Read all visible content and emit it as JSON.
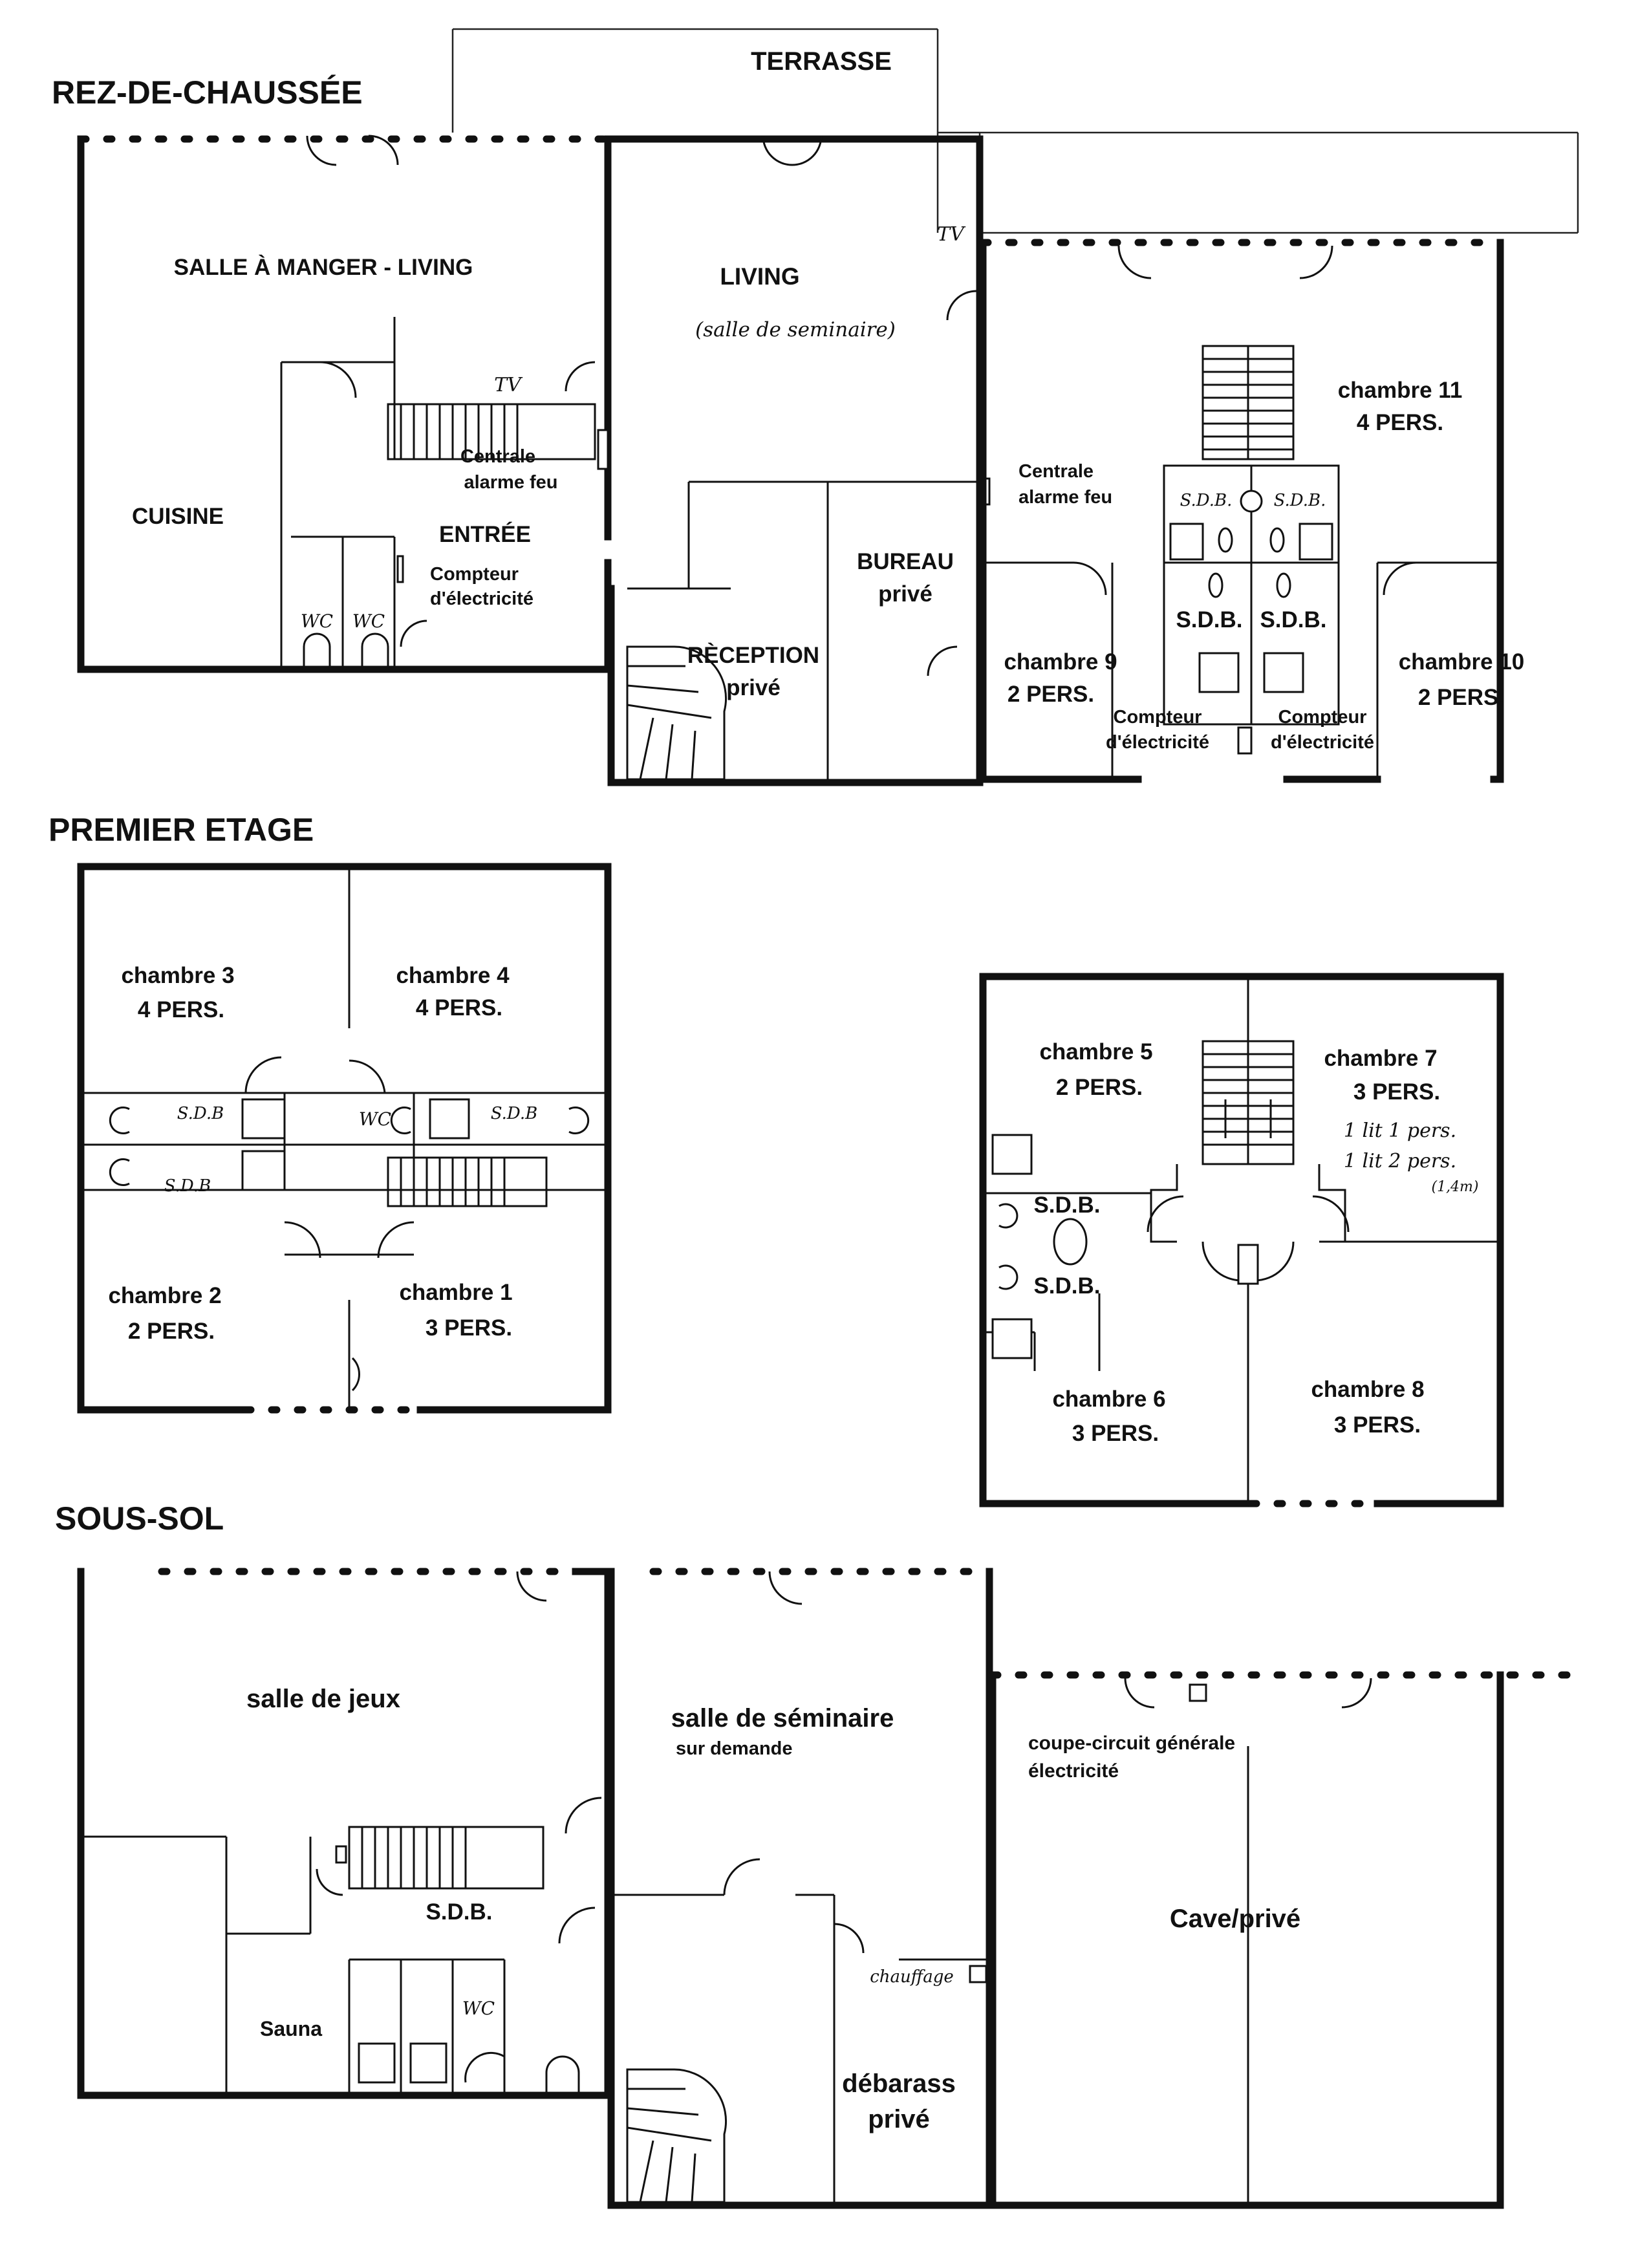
{
  "sections": {
    "ground": "REZ-DE-CHAUSSÉE",
    "first": "PREMIER ETAGE",
    "basement": "SOUS-SOL"
  },
  "ground": {
    "terrace": "TERRASSE",
    "dining": "SALLE À MANGER - LIVING",
    "kitchen": "CUISINE",
    "entry": "ENTRÉE",
    "wc1": "WC",
    "wc2": "WC",
    "tv1": "TV",
    "tv2": "TV",
    "fire_alarm_1a": "Centrale",
    "fire_alarm_1b": "alarme feu",
    "meter_1a": "Compteur",
    "meter_1b": "d'électricité",
    "living": "LIVING",
    "living_note": "(salle de seminaire)",
    "fire_alarm_2a": "Centrale",
    "fire_alarm_2b": "alarme feu",
    "bureau_a": "BUREAU",
    "bureau_b": "privé",
    "reception_a": "RÈCEPTION",
    "reception_b": "privé",
    "room11_a": "chambre 11",
    "room11_b": "4 PERS.",
    "room9_a": "chambre 9",
    "room9_b": "2 PERS.",
    "room10_a": "chambre 10",
    "room10_b": "2 PERS.",
    "sdb_a": "S.D.B.",
    "sdb_b": "S.D.B.",
    "sdb_c": "S.D.B.",
    "sdb_d": "S.D.B.",
    "meter_2a": "Compteur",
    "meter_2b": "d'électricité",
    "meter_3a": "Compteur",
    "meter_3b": "d'électricité"
  },
  "first": {
    "room3_a": "chambre 3",
    "room3_b": "4 PERS.",
    "room4_a": "chambre 4",
    "room4_b": "4 PERS.",
    "room2_a": "chambre 2",
    "room2_b": "2 PERS.",
    "room1_a": "chambre 1",
    "room1_b": "3 PERS.",
    "sdb_a": "S.D.B",
    "sdb_b": "S.D.B",
    "sdb_c": "S.D.B",
    "wc": "WC",
    "room5_a": "chambre 5",
    "room5_b": "2 PERS.",
    "room7_a": "chambre 7",
    "room7_b": "3 PERS.",
    "room7_c": "1 lit 1 pers.",
    "room7_d": "1 lit 2 pers.",
    "room7_e": "(1,4m)",
    "sdb_d": "S.D.B.",
    "sdb_e": "S.D.B.",
    "room6_a": "chambre 6",
    "room6_b": "3 PERS.",
    "room8_a": "chambre 8",
    "room8_b": "3 PERS."
  },
  "basement": {
    "games": "salle de jeux",
    "seminar": "salle de séminaire",
    "seminar_note": "sur demande",
    "sdb": "S.D.B.",
    "sauna": "Sauna",
    "wc": "WC",
    "heating": "chauffage",
    "storage_a": "débarass",
    "storage_b": "privé",
    "breaker_a": "coupe-circuit générale",
    "breaker_b": "électricité",
    "cellar": "Cave/privé"
  }
}
